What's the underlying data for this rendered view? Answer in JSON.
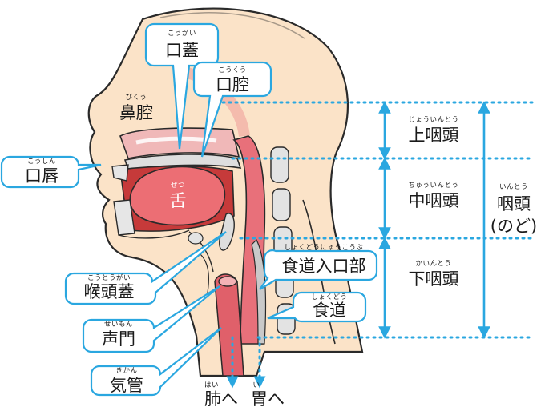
{
  "labels": {
    "kougai": {
      "text": "口蓋",
      "ruby": "こうがい"
    },
    "koukuu": {
      "text": "口腔",
      "ruby": "こうくう"
    },
    "bikuu": {
      "text": "鼻腔",
      "ruby": "びくう"
    },
    "koushin": {
      "text": "口唇",
      "ruby": "こうしん"
    },
    "zetsu": {
      "text": "舌",
      "ruby": "ぜつ"
    },
    "koutougai": {
      "text": "喉頭蓋",
      "ruby": "こうとうがい"
    },
    "seimon": {
      "text": "声門",
      "ruby": "せいもん"
    },
    "kikan": {
      "text": "気管",
      "ruby": "きかん"
    },
    "shokudou_iriguchi": {
      "text": "食道入口部",
      "ruby": "しょくどうにゅうこうぶ"
    },
    "shokudou": {
      "text": "食道",
      "ruby": "しょくどう"
    },
    "jouintou": {
      "text": "上咽頭",
      "ruby": "じょういんとう"
    },
    "chuuintou": {
      "text": "中咽頭",
      "ruby": "ちゅういんとう"
    },
    "kaintou": {
      "text": "下咽頭",
      "ruby": "かいんとう"
    },
    "intou": {
      "text": "咽頭",
      "ruby": "いんとう",
      "note": "(のど)"
    },
    "hai": {
      "text": "肺へ",
      "ruby": "はい"
    },
    "i": {
      "text": "胃へ",
      "ruby": "い"
    }
  },
  "colors": {
    "accent_blue": "#2aa7e0",
    "tissue_pink": "#e8707a",
    "skin": "#fbe3c8",
    "bone": "#e3e3e3"
  }
}
